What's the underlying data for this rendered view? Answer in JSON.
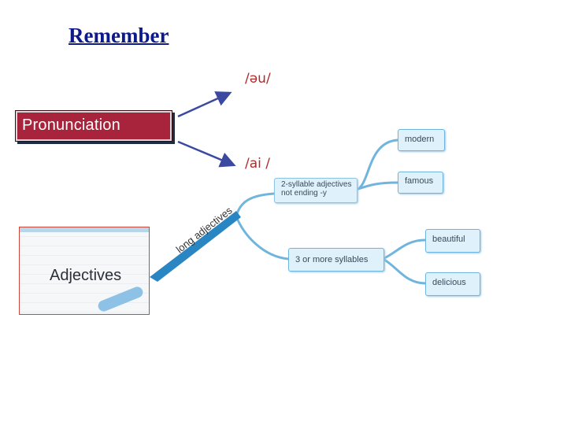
{
  "title": "Remember",
  "phonetics": {
    "ou": "/əu/",
    "ai": "/ai /"
  },
  "pronunciation_box": {
    "label": "Pronunciation"
  },
  "mindmap": {
    "branch_label": "long adjectives",
    "nodes": {
      "two_syllable_line1": "2-syllable adjectives",
      "two_syllable_line2": "not ending -y",
      "modern": "modern",
      "famous": "famous",
      "three_or_more": "3 or more syllables",
      "beautiful": "beautiful",
      "delicious": "delicious"
    }
  },
  "adjectives_image": {
    "label": "Adjectives"
  },
  "colors": {
    "title": "#0d1a8a",
    "phonetic": "#b02a2a",
    "pronunciation_fill": "#a8233c",
    "arrow": "#3b4aa0",
    "node_border": "#6fb5dd",
    "node_fill": "#dff1fb"
  }
}
